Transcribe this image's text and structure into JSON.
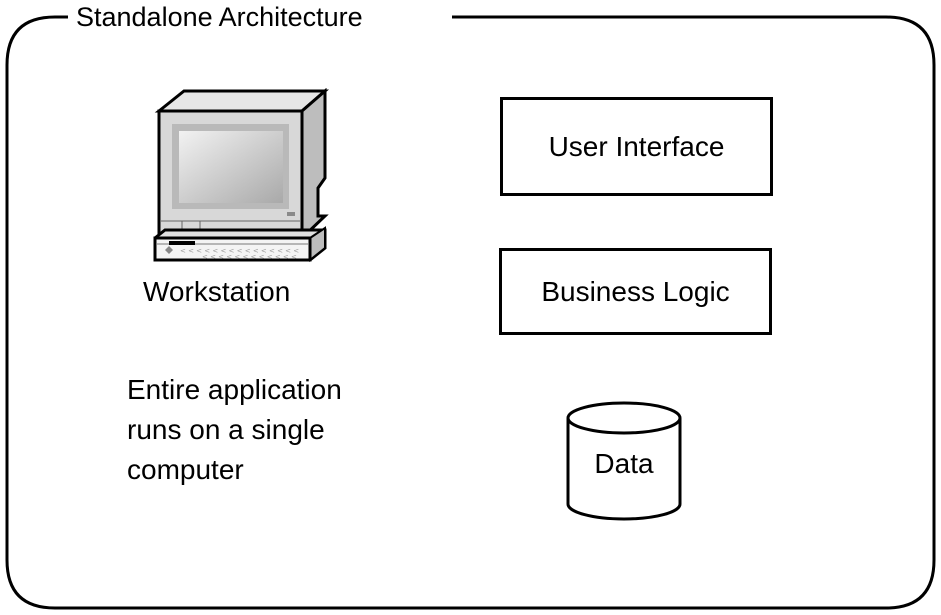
{
  "diagram": {
    "title": "Standalone Architecture",
    "workstation": {
      "icon": "computer-workstation-icon",
      "label": "Workstation"
    },
    "description_lines": [
      "Entire application",
      "runs on a single",
      "computer"
    ],
    "layers": [
      {
        "label": "User Interface",
        "shape": "rectangle"
      },
      {
        "label": "Business Logic",
        "shape": "rectangle"
      },
      {
        "label": "Data",
        "shape": "cylinder"
      }
    ],
    "colors": {
      "stroke": "#000000",
      "background": "#ffffff",
      "monitor_body": "#d9d9d9",
      "monitor_side": "#bdbdbd",
      "screen": "#b8b8b8"
    }
  }
}
